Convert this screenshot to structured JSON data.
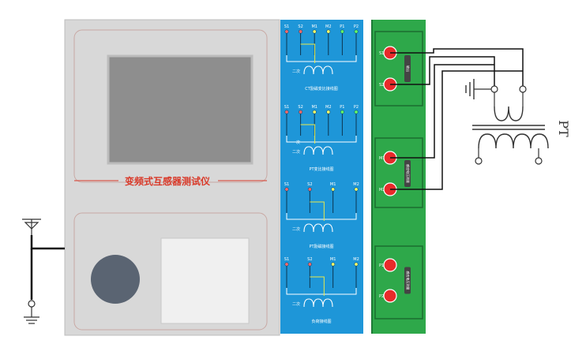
{
  "instrument": {
    "title": "变频式互感器测试仪",
    "colors": {
      "body": "#d8d8d8",
      "accent": "#d93a2a",
      "screen": "#8e8e8e",
      "knob": "#5a6472",
      "pad": "#f0f0f0"
    }
  },
  "diagrams_panel": {
    "color": "#1e96d8",
    "sections": [
      {
        "terminals": [
          "S1",
          "S2",
          "M1",
          "M2",
          "P1",
          "P2"
        ],
        "caption": "CT励磁变比接线图",
        "coil_label": "二次"
      },
      {
        "terminals": [
          "S1",
          "S2",
          "M1",
          "M2",
          "P1",
          "P2"
        ],
        "caption": "PT变比接线图",
        "coil_label_a": "一次",
        "coil_label_b": "二次"
      },
      {
        "terminals": [
          "S1",
          "S2",
          "M1",
          "M2"
        ],
        "caption": "PT励磁接线图",
        "coil_label": "二次"
      },
      {
        "terminals": [
          "S1",
          "S2",
          "M1",
          "M2"
        ],
        "caption": "负荷接线图",
        "coil_label": "二次"
      }
    ]
  },
  "terminal_panel": {
    "color": "#2ea84a",
    "groups": [
      {
        "terminals": [
          "S1",
          "S2"
        ],
        "label": "输出"
      },
      {
        "terminals": [
          "M1",
          "M2"
        ],
        "label": "感应电压测量"
      },
      {
        "terminals": [
          "P1",
          "P2"
        ],
        "label": "感应电压测量"
      }
    ]
  },
  "pt_label": "PT"
}
